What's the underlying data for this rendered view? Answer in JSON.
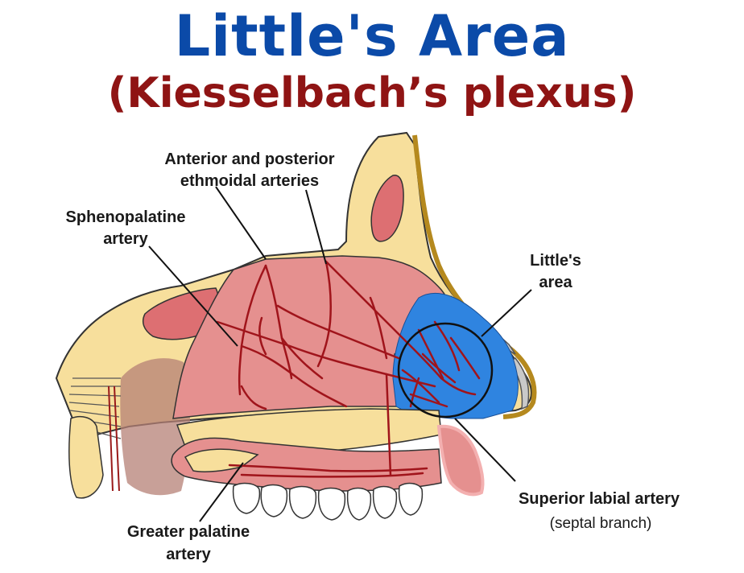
{
  "title": "Little's Area",
  "subtitle": "(Kiesselbach’s plexus)",
  "labels": {
    "ethmoidal_line1": "Anterior and posterior",
    "ethmoidal_line2": "ethmoidal arteries",
    "sphenopalatine_line1": "Sphenopalatine",
    "sphenopalatine_line2": "artery",
    "littles_line1": "Little's",
    "littles_line2": "area",
    "superior_labial": "Superior labial artery",
    "septal_branch": "(septal branch)",
    "greater_palatine_line1": "Greater palatine",
    "greater_palatine_line2": "artery"
  },
  "colors": {
    "title": "#0b4aa8",
    "subtitle": "#8f1414",
    "bone": "#f7df9c",
    "mucosa": "#e5908f",
    "sinus": "#dd6f72",
    "arteries": "#a0141b",
    "littles_area": "#2f84e0",
    "leader_lines": "#111111"
  }
}
